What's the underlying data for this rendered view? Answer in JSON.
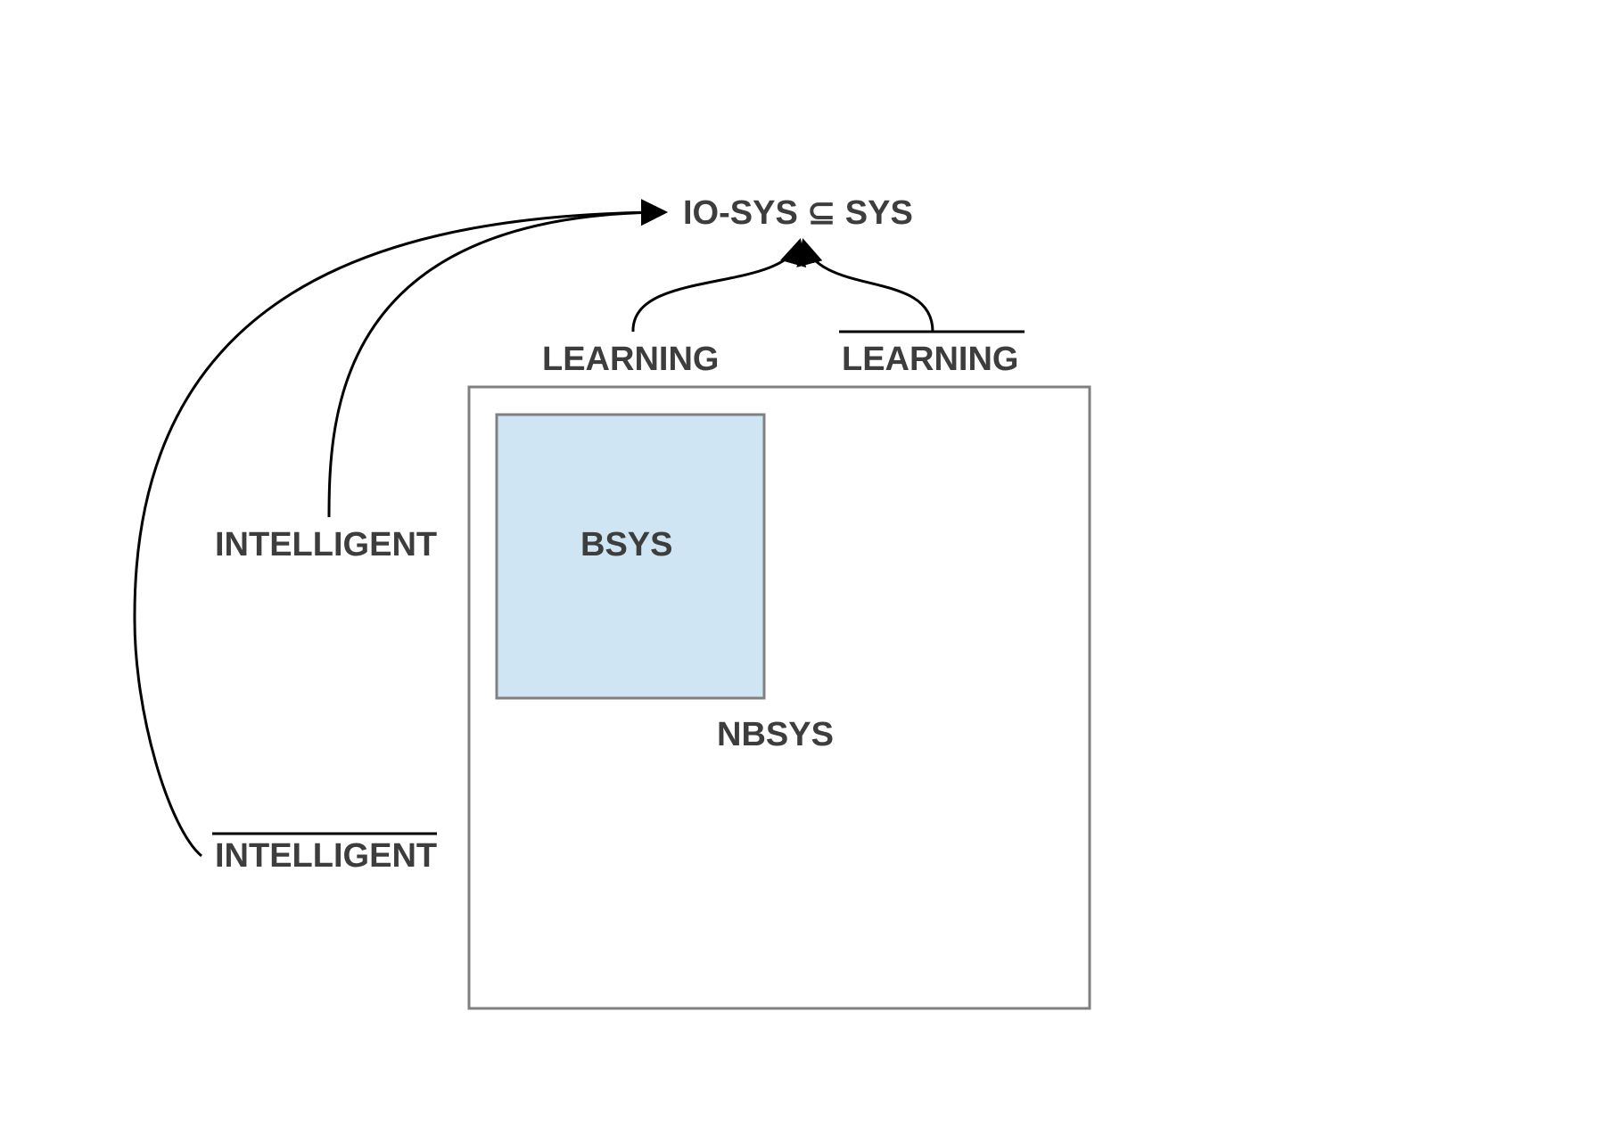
{
  "colors": {
    "text": "#3d3d3d",
    "line": "#000000",
    "box_border": "#808080",
    "bsys_fill": "#d0e5f3",
    "background": "#ffffff"
  },
  "labels": {
    "io_sys_subset_sys": "IO-SYS ⊆ SYS",
    "learning": "LEARNING",
    "not_learning": "LEARNING",
    "intelligent": "INTELLIGENT",
    "not_intelligent": "INTELLIGENT",
    "bsys": "BSYS",
    "nbsys": "NBSYS"
  },
  "overlines": {
    "not_learning": true,
    "not_intelligent": true
  },
  "arrows": [
    {
      "from": "learning",
      "to": "io_sys_subset_sys"
    },
    {
      "from": "not_learning",
      "to": "io_sys_subset_sys"
    },
    {
      "from": "intelligent",
      "to": "io_sys_subset_sys"
    },
    {
      "from": "not_intelligent",
      "to": "io_sys_subset_sys"
    }
  ]
}
